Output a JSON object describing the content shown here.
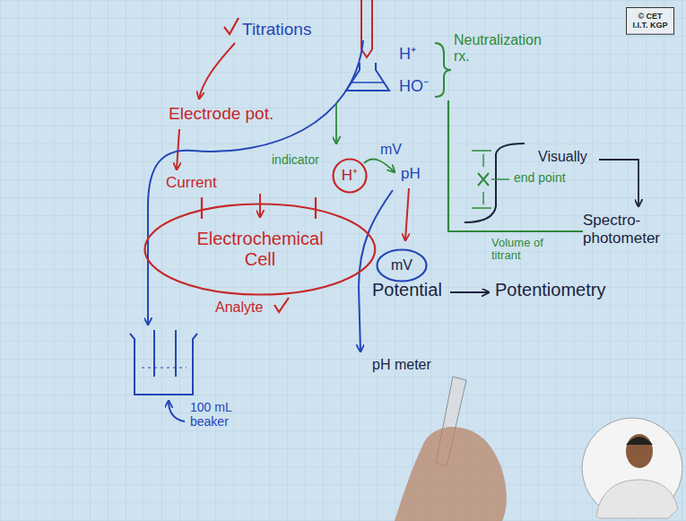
{
  "diagram": {
    "nodes": [
      {
        "text": [
          "© CET I.I.T. KGP"
        ]
      },
      {
        "text": [
          "H⁺"
        ]
      },
      {
        "text": [
          "Electrochemical Cell"
        ]
      },
      {
        "text": [
          "mV"
        ]
      }
    ],
    "labels": [
      "Titrations",
      "H⁺",
      "HO⁻",
      "Neutralization rx.",
      "Electrode pot.",
      "indicator",
      "mV",
      "pH",
      "Visually",
      "end point",
      "Current",
      "Spectro- photometer",
      "Volume of titrant",
      "Analyte",
      "Potential",
      "Potentiometry",
      "pH meter",
      "100 mL beaker"
    ]
  }
}
